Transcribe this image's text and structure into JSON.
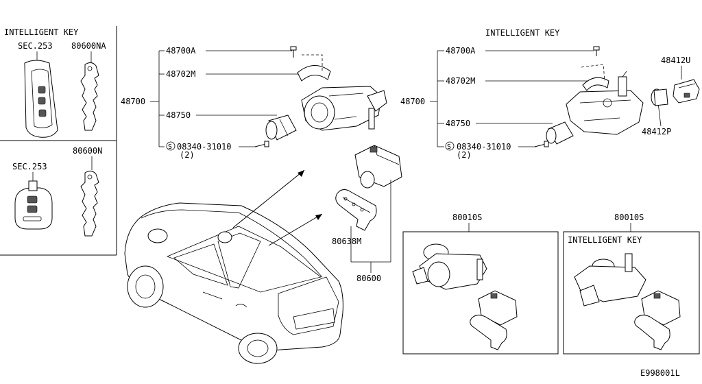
{
  "panels": {
    "top_left_title": "INTELLIGENT KEY",
    "top_left_sec": "SEC.253",
    "top_left_key_part": "80600NA",
    "bottom_left_sec": "SEC.253",
    "bottom_left_key_part": "80600N",
    "right_title": "INTELLIGENT KEY",
    "set_box_left_part": "80010S",
    "set_box_right_part": "80010S",
    "set_box_right_title": "INTELLIGENT KEY"
  },
  "left_assembly": {
    "assembly": "48700",
    "screw": "48700A",
    "bracket": "48702M",
    "cylinder": "48750",
    "bolt": "08340-31010",
    "bolt_symbol": "S",
    "bolt_qty": "(2)"
  },
  "right_assembly": {
    "assembly": "48700",
    "screw": "48700A",
    "bracket": "48702M",
    "cylinder": "48750",
    "bolt": "08340-31010",
    "bolt_symbol": "S",
    "bolt_qty": "(2)",
    "switch": "48412U",
    "switch_holder": "48412P"
  },
  "lock_set": {
    "rotor": "80638M",
    "set": "80600"
  },
  "diagram_code": "E998001L"
}
